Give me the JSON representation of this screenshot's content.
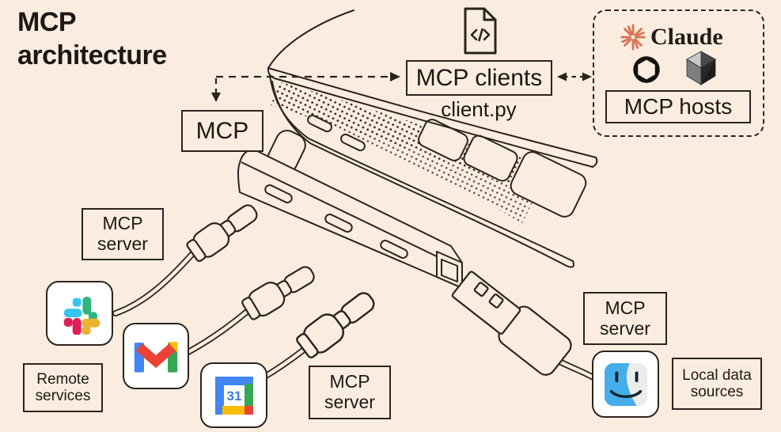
{
  "title": "MCP architecture",
  "colors": {
    "background": "#FAEDE0",
    "line": "#2A241E",
    "claude_accent": "#D97757",
    "slack": {
      "blue": "#36C5F0",
      "green": "#2EB67D",
      "red": "#E01E5A",
      "yellow": "#ECB22E"
    },
    "google": {
      "blue": "#4285F4",
      "red": "#EA4335",
      "yellow": "#FBBC04",
      "green": "#34A853"
    },
    "finder_blue": "#45AEEA"
  },
  "labels": {
    "clients_box": "MCP clients",
    "client_file": "client.py",
    "protocol_box": "MCP",
    "hosts_box": "MCP hosts",
    "claude_wordmark": "Claude",
    "server_left": "MCP server",
    "server_middle": "MCP server",
    "server_right": "MCP server",
    "remote_services": "Remote services",
    "local_data_sources": "Local data sources",
    "calendar_day": "31"
  },
  "icons": {
    "file": "code-file-icon",
    "claude": "claude-starburst-icon",
    "openai": "openai-icon",
    "cube": "ai-cube-icon",
    "slack": "slack-icon",
    "gmail": "gmail-icon",
    "calendar": "google-calendar-icon",
    "finder": "finder-icon",
    "laptop": "laptop-illustration",
    "hub": "usb-hub-illustration",
    "usb_c": "usb-c-plug-icon",
    "usb_a": "usb-a-plug-icon"
  }
}
